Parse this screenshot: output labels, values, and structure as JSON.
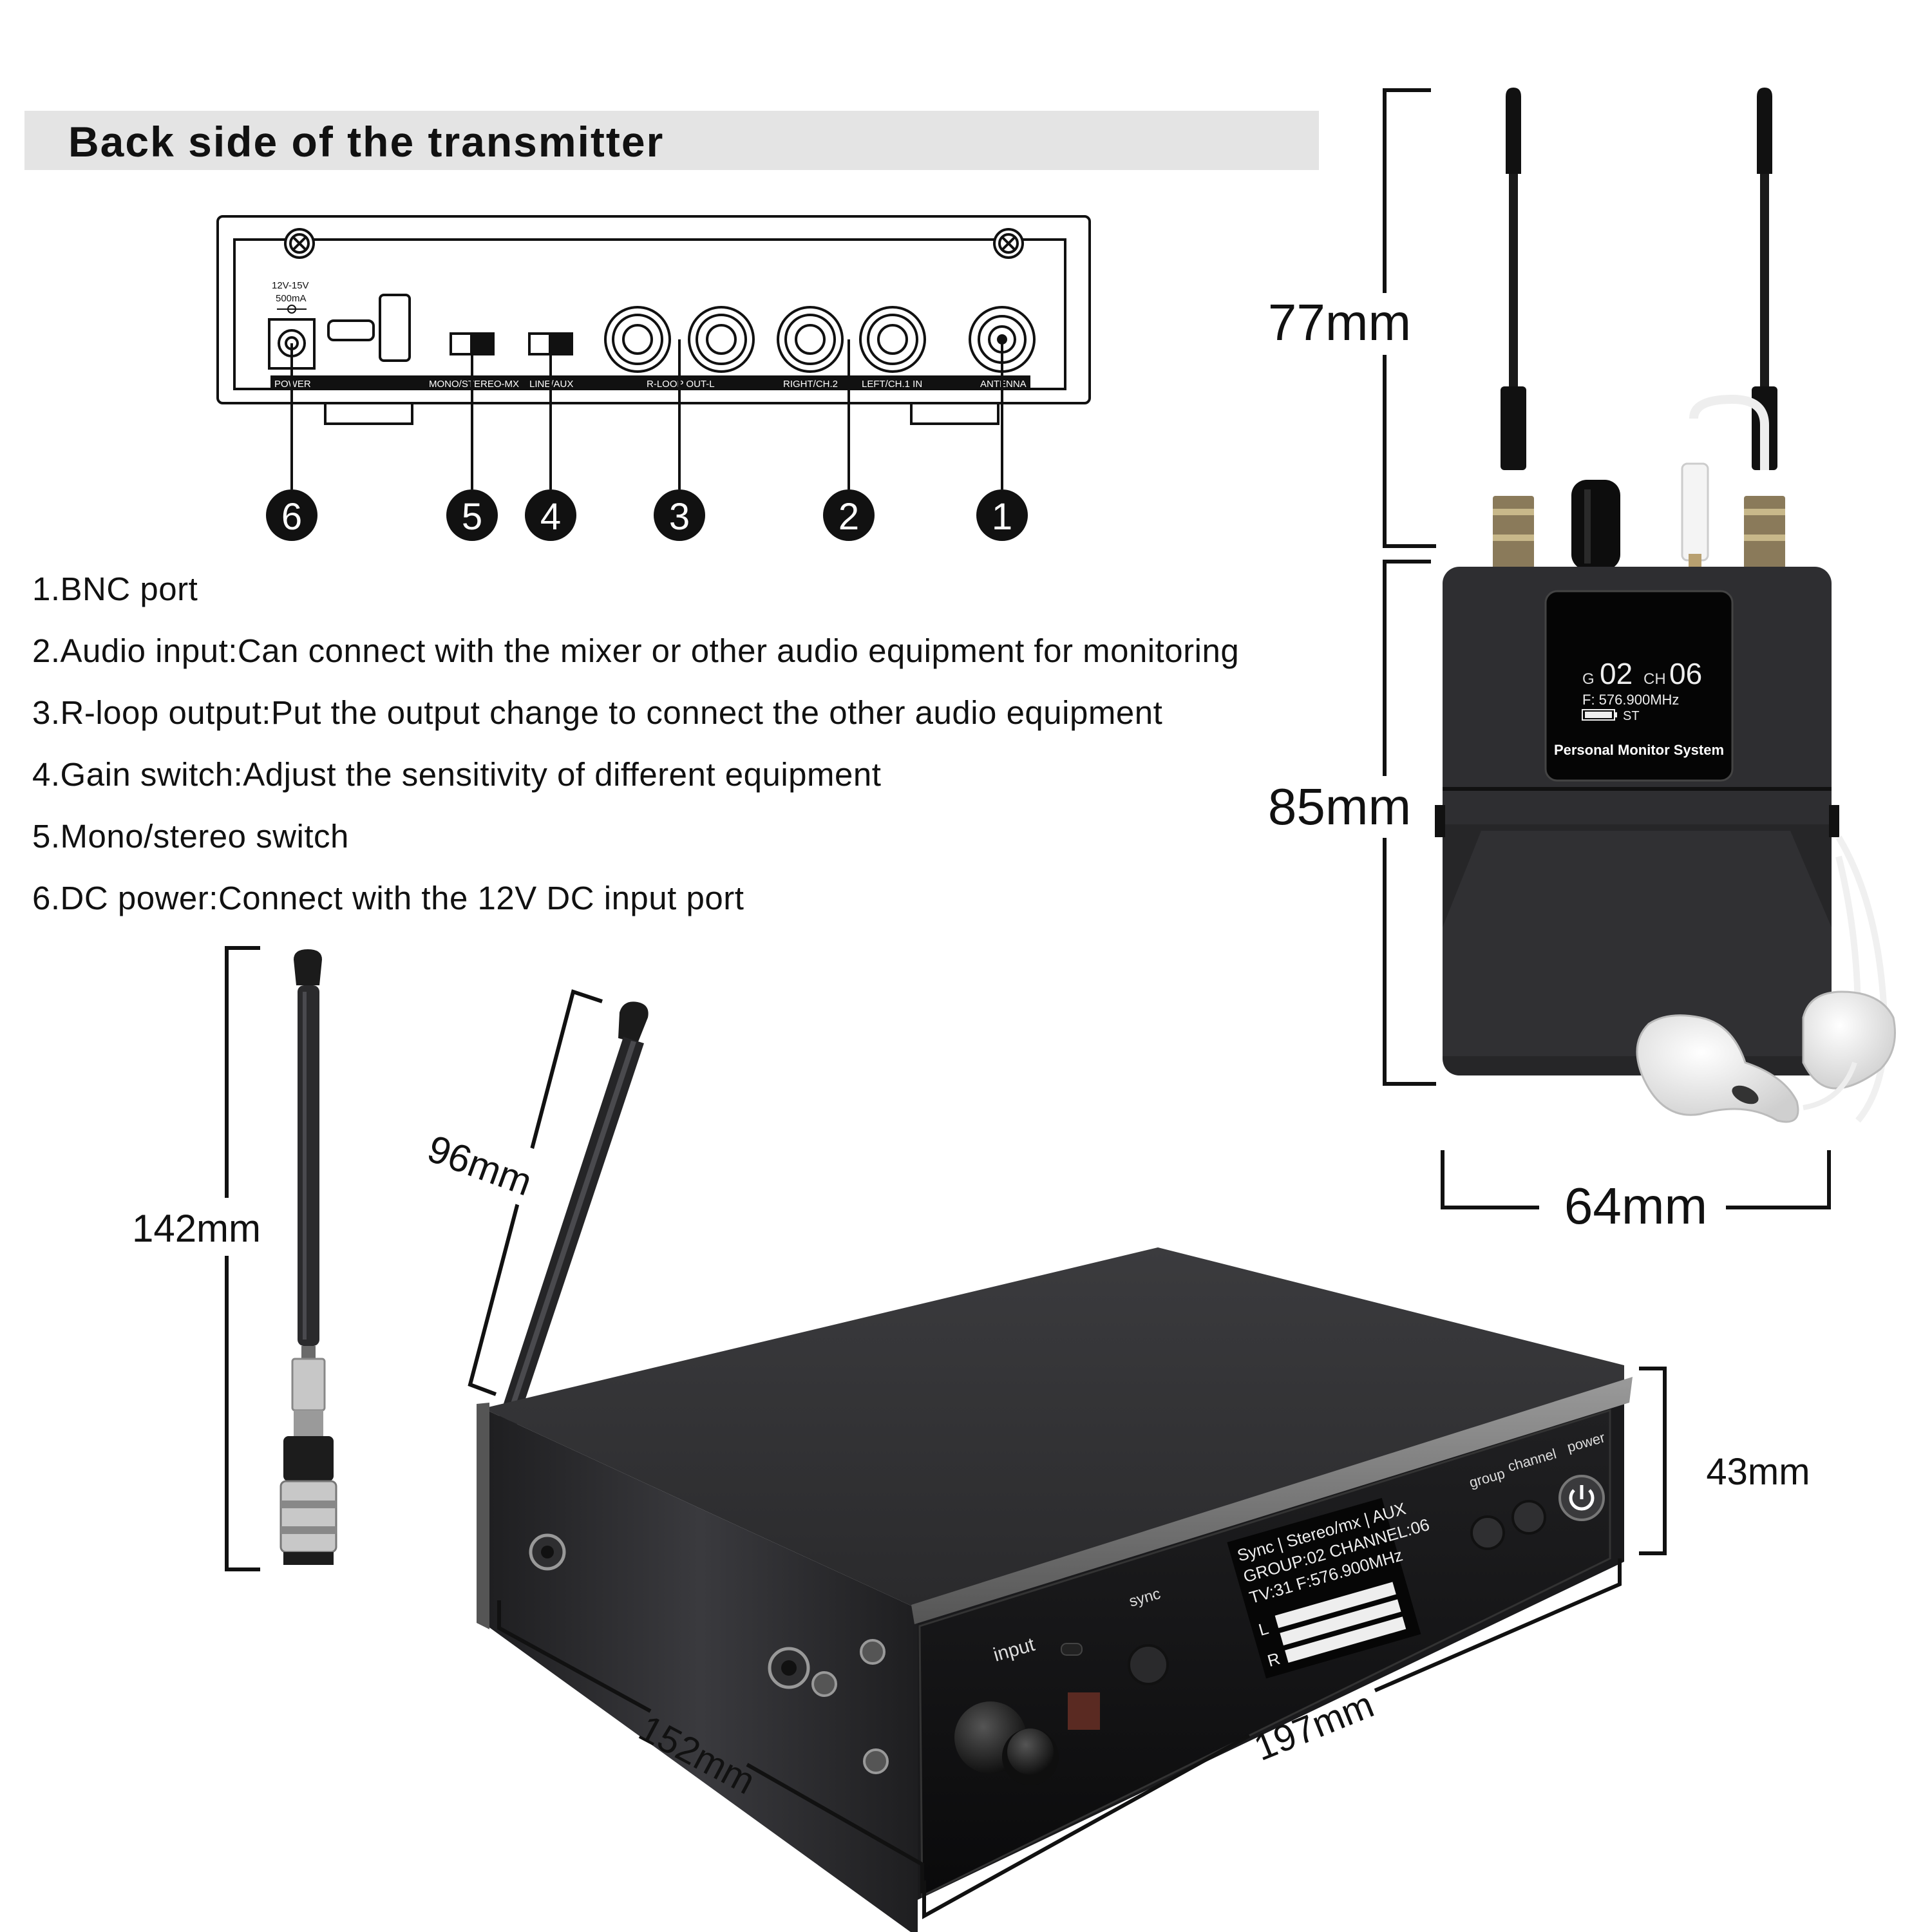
{
  "header": {
    "title": "Back side of the transmitter"
  },
  "panel": {
    "power_spec": [
      "12V-15V",
      "500mA"
    ],
    "port_labels": [
      "POWER",
      "MONO/STEREO-MX",
      "LINE/AUX",
      "R-LOOP OUT-L",
      "RIGHT/CH.2",
      "LEFT/CH.1 IN",
      "ANTENNA"
    ],
    "callout_numbers": [
      "6",
      "5",
      "4",
      "3",
      "2",
      "1"
    ]
  },
  "features": [
    "1.BNC port",
    "2.Audio input:Can connect with the mixer or other audio equipment for monitoring",
    "3.R-loop output:Put the output change to connect the other audio equipment",
    "4.Gain switch:Adjust the sensitivity of different equipment",
    "5.Mono/stereo switch",
    "6.DC power:Connect with the 12V DC input port"
  ],
  "receiver": {
    "height_antenna": "77mm",
    "height_body": "85mm",
    "width": "64mm",
    "brand_text": "Personal Monitor System",
    "screen": {
      "g_label": "G",
      "group": "02",
      "ch_label": "CH",
      "channel": "06",
      "freq": "F: 576.900MHz",
      "mode": "ST"
    }
  },
  "antenna": {
    "length": "142mm",
    "angled_length": "96mm"
  },
  "transmitter": {
    "depth": "152mm",
    "width": "197mm",
    "height": "43mm",
    "labels": {
      "input": "input",
      "sync": "sync",
      "group": "group",
      "channel": "channel",
      "power": "power"
    },
    "lcd": [
      "Sync | Stereo/mx | AUX",
      "GROUP:02  CHANNEL:06",
      "TV:31   F:576.900MHz",
      "L",
      "R"
    ]
  },
  "colors": {
    "body": "#2b2b2e",
    "screen": "#050505",
    "header_bar": "#e4e4e4",
    "text": "#111111"
  }
}
